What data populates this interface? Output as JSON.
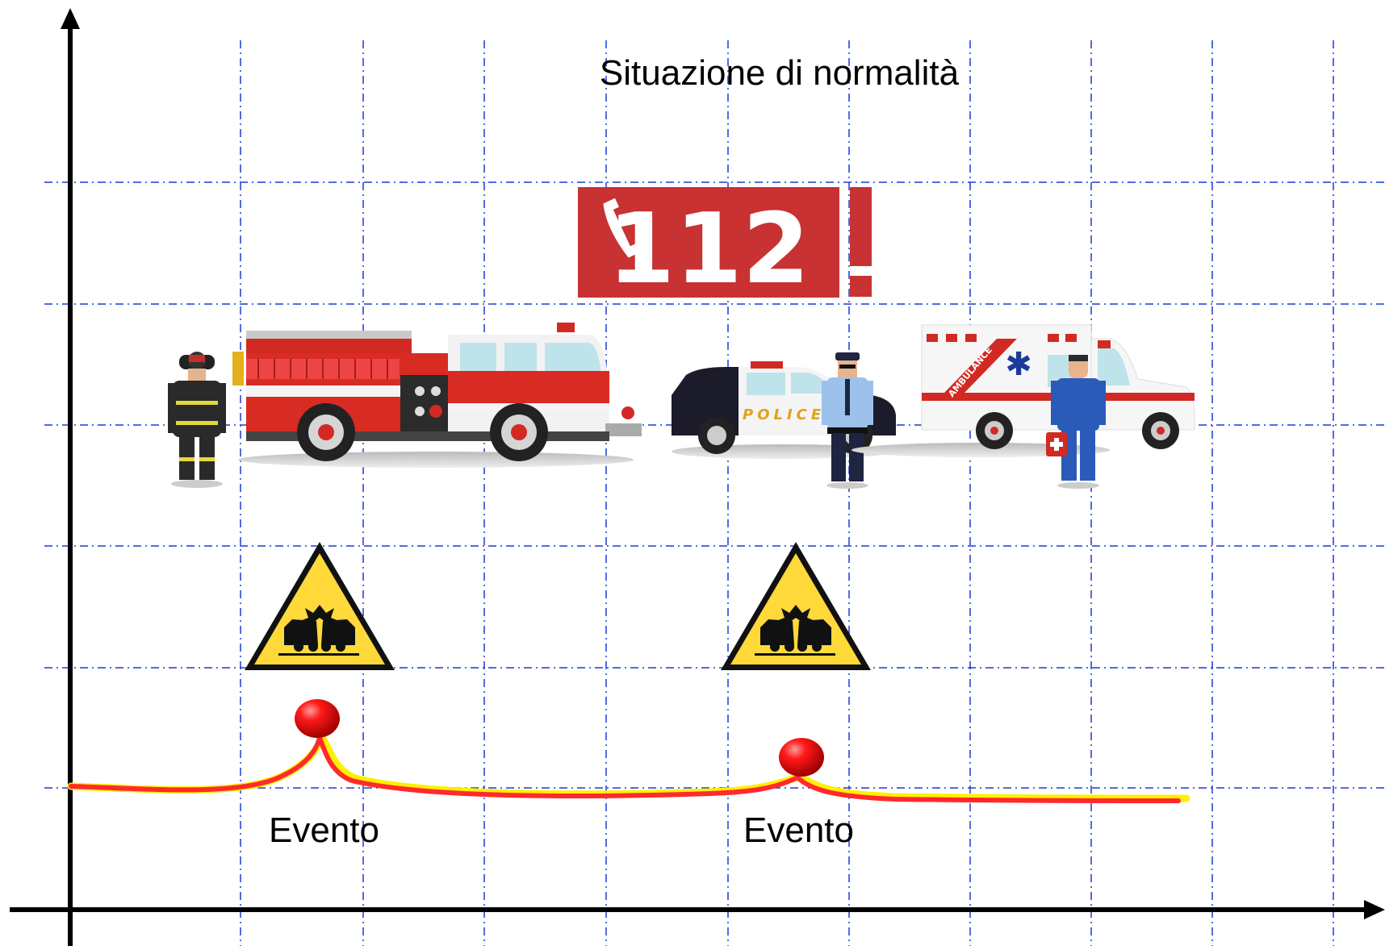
{
  "title": "Situazione di normalità",
  "emergency_badge": {
    "number": "112",
    "color": "#c83232"
  },
  "events": [
    {
      "label": "Evento"
    },
    {
      "label": "Evento"
    }
  ],
  "vehicles": [
    {
      "icon": "fire-truck-icon"
    },
    {
      "icon": "police-car-icon",
      "text": "POLICE"
    },
    {
      "icon": "ambulance-icon",
      "text": "AMBULANCE"
    }
  ],
  "people": [
    {
      "icon": "firefighter-icon"
    },
    {
      "icon": "police-officer-icon"
    },
    {
      "icon": "paramedic-icon"
    }
  ],
  "warning_signs": [
    {
      "icon": "car-crash-warning-icon"
    },
    {
      "icon": "car-crash-warning-icon"
    }
  ],
  "colors": {
    "grid": "#1a3ad8",
    "line_outer": "#ff2a2a",
    "line_inner": "#ffef00",
    "event_marker": "#e00000",
    "warning_fill": "#ffd83a"
  }
}
